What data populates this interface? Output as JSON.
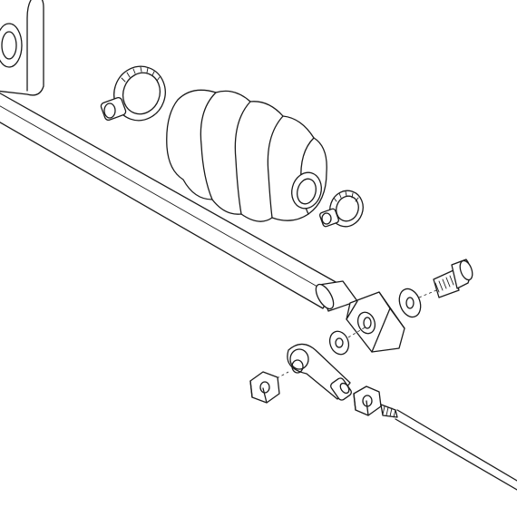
{
  "diagram": {
    "type": "exploded-assembly-line-drawing",
    "colors": {
      "ink": "#1a1a1a",
      "paper": "#ffffff"
    },
    "parts": [
      "rack-housing-end",
      "rack-shaft",
      "hose-clamp-large",
      "bellows-boot",
      "hose-clamp-small",
      "clevis-end",
      "clevis-bolt",
      "washer-upper",
      "washer-lower",
      "rod-end-eye",
      "hex-nut-left",
      "hex-nut-right",
      "threaded-cable-rod"
    ]
  }
}
